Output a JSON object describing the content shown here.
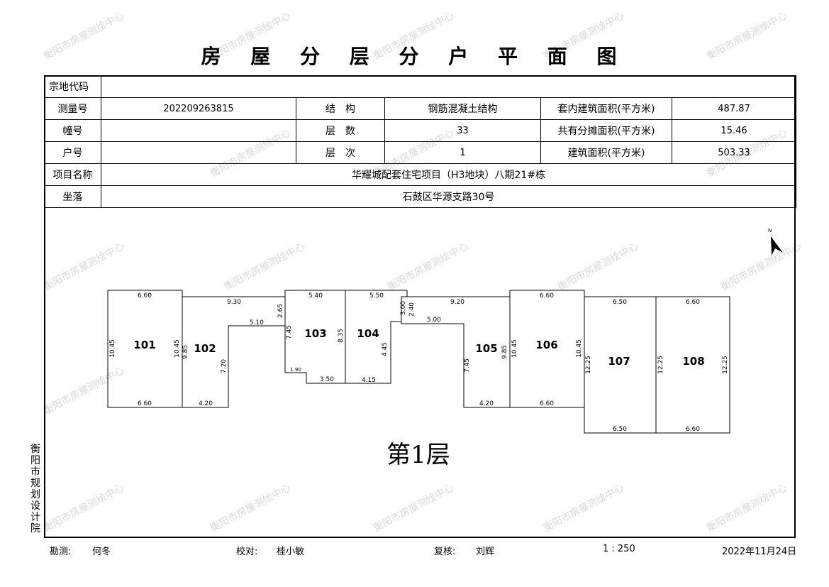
{
  "title": "房 屋 分 层 分 户 平 面 图",
  "info": {
    "zongdi_label": "宗地代码",
    "zongdi_value": "",
    "survey_label": "测量号",
    "survey_value": "202209263815",
    "structure_label": "结　构",
    "structure_value": "钢筋混凝土结构",
    "inner_area_label": "套内建筑面积(平方米)",
    "inner_area_value": "487.87",
    "building_label": "幢号",
    "building_value": "",
    "floors_label": "层　数",
    "floors_value": "33",
    "shared_area_label": "共有分摊面积(平方米)",
    "shared_area_value": "15.46",
    "unit_label": "户号",
    "unit_value": "",
    "floor_label": "层　次",
    "floor_value": "1",
    "total_area_label": "建筑面积(平方米)",
    "total_area_value": "503.33",
    "project_label": "项目名称",
    "project_value": "华耀城配套住宅项目（H3地块）八期21#栋",
    "location_label": "坐落",
    "location_value": "石鼓区华源支路30号"
  },
  "plan": {
    "floor_label": "第1层",
    "north": "N",
    "rooms": [
      "101",
      "102",
      "103",
      "104",
      "105",
      "106",
      "107",
      "108"
    ],
    "dims": {
      "d101_top": "6.60",
      "d101_bottom": "6.60",
      "d101_left": "10.45",
      "d101_right": "10.45",
      "d102_top": "9.30",
      "d102_bottom": "4.20",
      "d102_left": "9.85",
      "d102_right": "7.20",
      "d102_step": "5.10",
      "d102_step2": "2.65",
      "d103_top": "5.40",
      "d103_left": "7.45",
      "d103_right": "8.35",
      "d103_bottom": "3.50",
      "d103_small": "1.90",
      "d104_top": "5.50",
      "d104_bottom": "4.15",
      "d104_right": "4.45",
      "d104_a": "3.00",
      "d104_b": "2.40",
      "d105_top": "9.20",
      "d105_step": "5.00",
      "d105_left": "7.45",
      "d105_right": "9.85",
      "d105_bottom": "4.20",
      "d106_top": "6.60",
      "d106_bottom": "6.60",
      "d106_left": "10.45",
      "d106_right": "10.45",
      "d107_top": "6.50",
      "d107_bottom": "6.50",
      "d107_left": "12.25",
      "d108_top": "6.60",
      "d108_bottom": "6.60",
      "d108_left": "12.25",
      "d108_right": "12.25"
    }
  },
  "side_text": "衡阳市规划设计院",
  "footer": {
    "survey_label": "勘测:",
    "survey_name": "何冬",
    "check_label": "校对:",
    "check_name": "桂小敏",
    "review_label": "复核:",
    "review_name": "刘辉",
    "scale": "1 : 250",
    "date": "2022年11月24日"
  },
  "watermark": "衡阳市房屋测绘中心"
}
